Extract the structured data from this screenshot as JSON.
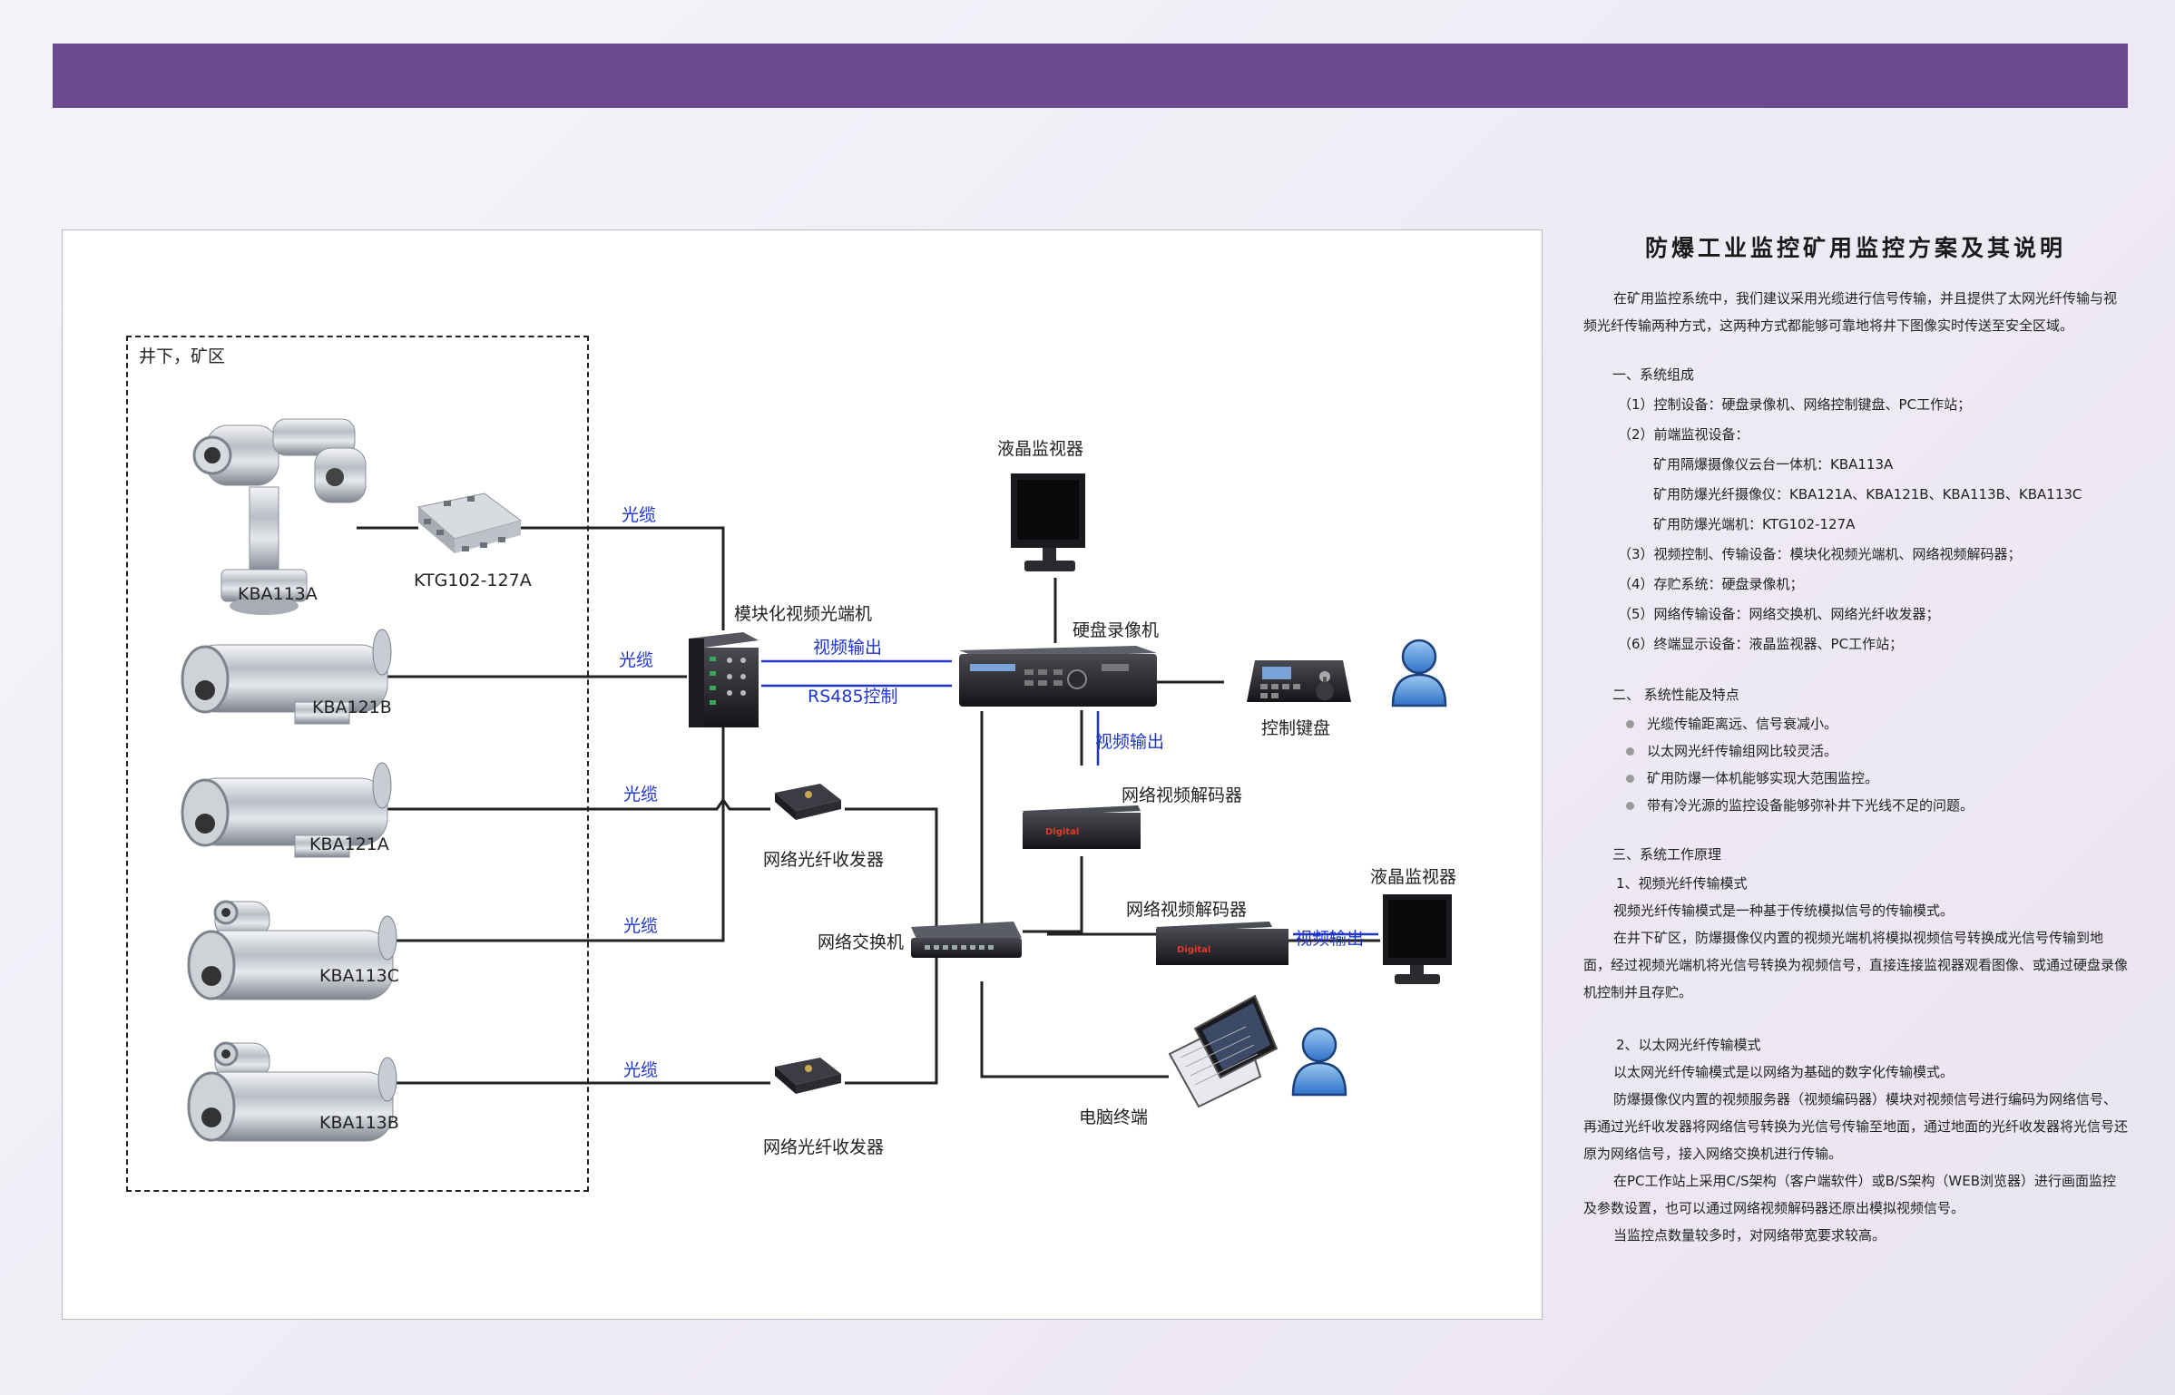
{
  "doc": {
    "title": "防爆工业监控矿用监控方案及其说明",
    "intro": "在矿用监控系统中，我们建议采用光缆进行信号传输，并且提供了太网光纤传输与视频光纤传输两种方式，这两种方式都能够可靠地将井下图像实时传送至安全区域。",
    "s1_title": "一、系统组成",
    "s1_items": [
      "（1）控制设备：硬盘录像机、网络控制键盘、PC工作站；",
      "（2）前端监视设备："
    ],
    "s1_sub": [
      "矿用隔爆摄像仪云台一体机：KBA113A",
      "矿用防爆光纤摄像仪：KBA121A、KBA121B、KBA113B、KBA113C",
      "矿用防爆光端机：KTG102-127A"
    ],
    "s1_items2": [
      "（3）视频控制、传输设备：模块化视频光端机、网络视频解码器；",
      "（4）存贮系统：硬盘录像机；",
      "（5）网络传输设备：网络交换机、网络光纤收发器；",
      "（6）终端显示设备：液晶监视器、PC工作站；"
    ],
    "s2_title": "二、 系统性能及特点",
    "s2_bullets": [
      "光缆传输距离远、信号衰减小。",
      "以太网光纤传输组网比较灵活。",
      "矿用防爆一体机能够实现大范围监控。",
      "带有冷光源的监控设备能够弥补井下光线不足的问题。"
    ],
    "s3_title": "三、系统工作原理",
    "s3_sub1": "1、视频光纤传输模式",
    "s3_p1": "视频光纤传输模式是一种基于传统模拟信号的传输模式。",
    "s3_p2": "在井下矿区，防爆摄像仪内置的视频光端机将模拟视频信号转换成光信号传输到地面，经过视频光端机将光信号转换为视频信号，直接连接监视器观看图像、或通过硬盘录像机控制并且存贮。",
    "s3_sub2": "2、以太网光纤传输模式",
    "s3_p3": "以太网光纤传输模式是以网络为基础的数字化传输模式。",
    "s3_p4": "防爆摄像仪内置的视频服务器（视频编码器）模块对视频信号进行编码为网络信号、再通过光纤收发器将网络信号转换为光信号传输至地面，通过地面的光纤收发器将光信号还原为网络信号，接入网络交换机进行传输。",
    "s3_p5": "在PC工作站上采用C/S架构（客户端软件）或B/S架构（WEB浏览器）进行画面监控及参数设置，也可以通过网络视频解码器还原出模拟视频信号。",
    "s3_p6": "当监控点数量较多时，对网络带宽要求较高。"
  },
  "diagram": {
    "zone_label": "井下，矿区",
    "cameras": [
      "KBA113A",
      "KBA121B",
      "KBA121A",
      "KBA113C",
      "KBA113B"
    ],
    "fiber_terminal": "KTG102-127A",
    "cable": "光缆",
    "module": "模块化视频光端机",
    "video_out": "视频输出",
    "rs485": "RS485控制",
    "lcd": "液晶监视器",
    "dvr": "硬盘录像机",
    "keyboard": "控制键盘",
    "decoder": "网络视频解码器",
    "transceiver": "网络光纤收发器",
    "switch": "网络交换机",
    "pc": "电脑终端",
    "decoder_brand": "Digital"
  },
  "colors": {
    "banner": "#6c4a90",
    "link_blue": "#1f35c9"
  }
}
